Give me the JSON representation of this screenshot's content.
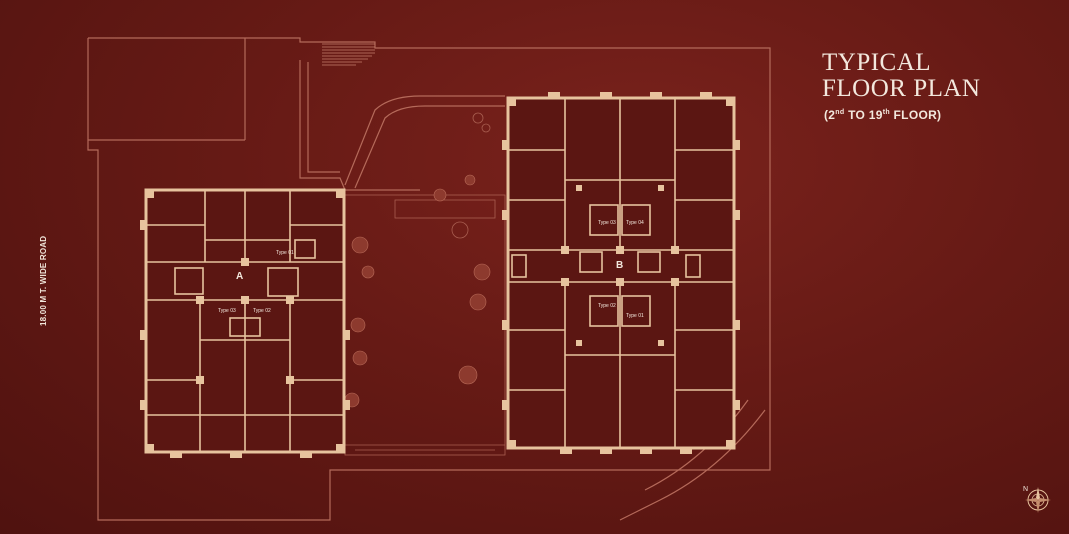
{
  "heading": {
    "line1": "TYPICAL",
    "line2": "FLOOR PLAN",
    "sub_open": "(2",
    "sub_sup1": "nd",
    "sub_mid": " TO 19",
    "sub_sup2": "th",
    "sub_close": " FLOOR)"
  },
  "road_label": "18.00 M T. WIDE ROAD",
  "wing_a": {
    "letter": "A",
    "type_01": "Type 01",
    "type_02": "Type 02",
    "type_03": "Type 03"
  },
  "wing_b": {
    "letter": "B",
    "type_01": "Type 01",
    "type_02": "Type 02",
    "type_03": "Type 03",
    "type_04": "Type 04"
  },
  "compass": {
    "north_label": "N",
    "icon": "compass-rose-icon"
  },
  "colors": {
    "background": "#6b1b16",
    "walls": "#e7c39e",
    "lines": "#b76c5d",
    "text": "#f3e8dd"
  }
}
